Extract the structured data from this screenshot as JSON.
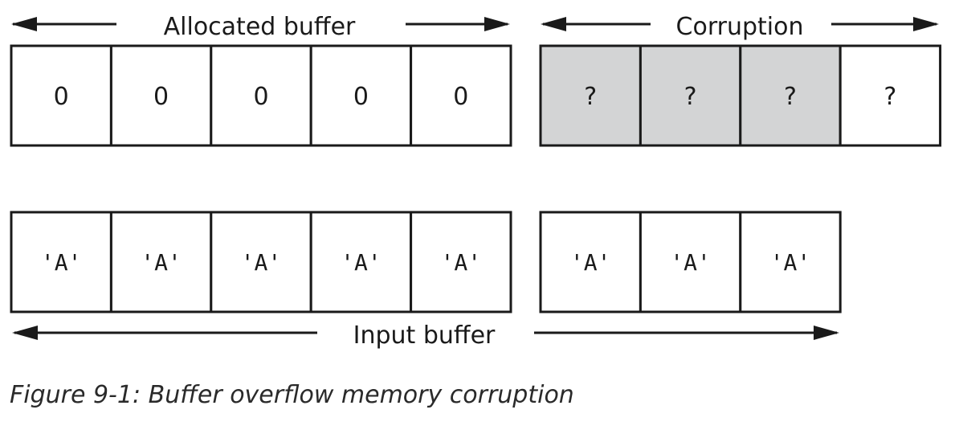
{
  "top_label_left": "Allocated buffer",
  "top_label_right": "Corruption",
  "bottom_label": "Input buffer",
  "caption": "Figure 9-1: Buffer overflow memory corruption",
  "allocated_cells": [
    "0",
    "0",
    "0",
    "0",
    "0"
  ],
  "corruption_cells": [
    {
      "text": "?",
      "shaded": true
    },
    {
      "text": "?",
      "shaded": true
    },
    {
      "text": "?",
      "shaded": true
    },
    {
      "text": "?",
      "shaded": false
    }
  ],
  "input_cells": [
    "'A'",
    "'A'",
    "'A'",
    "'A'",
    "'A'",
    "'A'",
    "'A'",
    "'A'"
  ],
  "colors": {
    "stroke": "#1a1a1a",
    "shade": "#d3d4d5",
    "background": "#ffffff"
  }
}
